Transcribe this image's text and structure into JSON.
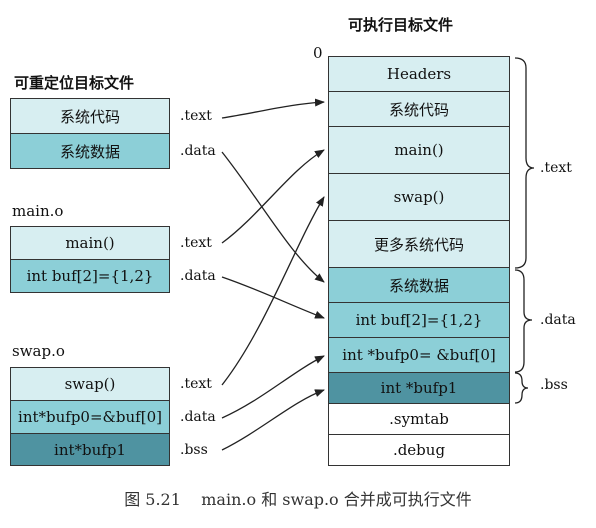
{
  "exec_title": "可执行目标文件",
  "reloc_title": "可重定位目标文件",
  "zero_label": "0",
  "system": {
    "rows": [
      "系统代码",
      "系统数据"
    ],
    "segs": [
      ".text",
      ".data"
    ]
  },
  "main_o": {
    "name": "main.o",
    "rows": [
      "main()",
      "int buf[2]={1,2}"
    ],
    "segs": [
      ".text",
      ".data"
    ]
  },
  "swap_o": {
    "name": "swap.o",
    "rows": [
      "swap()",
      "int*bufp0=&buf[0]",
      "int*bufp1"
    ],
    "segs": [
      ".text",
      ".data",
      ".bss"
    ]
  },
  "executable": {
    "rows": [
      "Headers",
      "系统代码",
      "main()",
      "swap()",
      "更多系统代码",
      "系统数据",
      "int buf[2]={1,2}",
      "int *bufp0= &buf[0]",
      "int *bufp1",
      ".symtab",
      ".debug"
    ]
  },
  "brace_labels": [
    ".text",
    ".data",
    ".bss"
  ],
  "caption": "图 5.21    main.o 和 swap.o 合并成可执行文件"
}
